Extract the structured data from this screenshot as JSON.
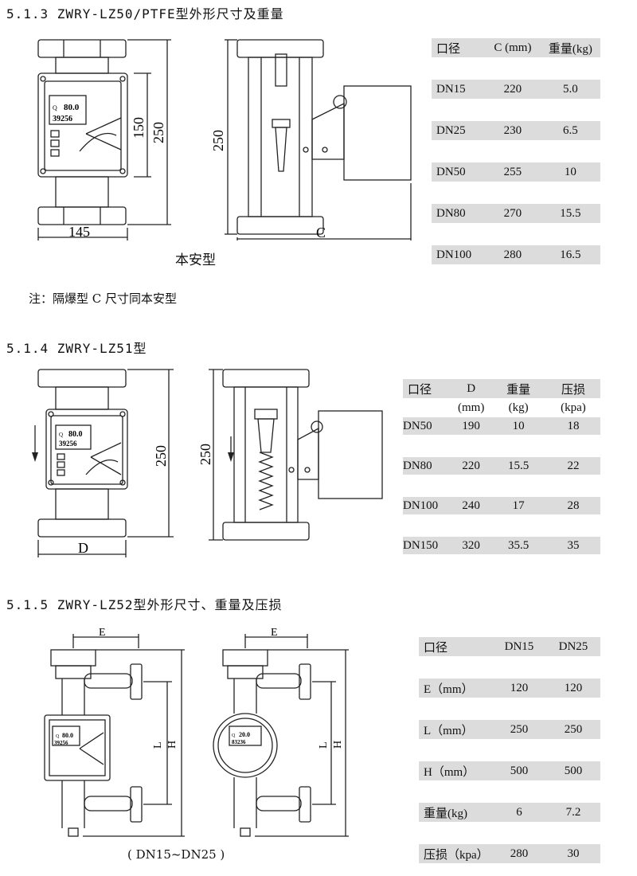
{
  "section1": {
    "heading": "5.1.3  ZWRY-LZ50/PTFE型外形尺寸及重量",
    "caption": "本安型",
    "note": "注：隔爆型 C 尺寸同本安型",
    "dims": {
      "height": "250",
      "meter_height": "150",
      "width": "145",
      "c": "C"
    },
    "display": {
      "top": "80.0",
      "bottom": "39256",
      "q": "Q"
    },
    "table": {
      "headers": [
        "口径",
        "C (mm)",
        "重量(kg)"
      ],
      "rows": [
        [
          "DN15",
          "220",
          "5.0"
        ],
        [
          "DN25",
          "230",
          "6.5"
        ],
        [
          "DN50",
          "255",
          "10"
        ],
        [
          "DN80",
          "270",
          "15.5"
        ],
        [
          "DN100",
          "280",
          "16.5"
        ]
      ]
    }
  },
  "section2": {
    "heading": "5.1.4  ZWRY-LZ51型",
    "dims": {
      "height": "250",
      "d": "D"
    },
    "display": {
      "top": "80.0",
      "bottom": "39256",
      "q": "Q"
    },
    "table": {
      "headers": [
        "口径",
        "D",
        "重量",
        "压损"
      ],
      "subheaders": [
        "",
        "(mm)",
        "(kg)",
        "(kpa)"
      ],
      "rows": [
        [
          "DN50",
          "190",
          "10",
          "18"
        ],
        [
          "DN80",
          "220",
          "15.5",
          "22"
        ],
        [
          "DN100",
          "240",
          "17",
          "28"
        ],
        [
          "DN150",
          "320",
          "35.5",
          "35"
        ]
      ]
    }
  },
  "section3": {
    "heading": "5.1.5  ZWRY-LZ52型外形尺寸、重量及压损",
    "caption": "( DN15~DN25 )",
    "dims": {
      "e": "E",
      "l": "L",
      "h": "H"
    },
    "display_left": {
      "top": "80.0",
      "bottom": "39256",
      "q": "Q"
    },
    "display_right": {
      "top": "20.0",
      "bottom": "83236",
      "q": "Q"
    },
    "table": {
      "headers": [
        "口径",
        "DN15",
        "DN25"
      ],
      "rows": [
        [
          "E（mm）",
          "120",
          "120"
        ],
        [
          "L（mm）",
          "250",
          "250"
        ],
        [
          "H（mm）",
          "500",
          "500"
        ],
        [
          "重量(kg)",
          "6",
          "7.2"
        ],
        [
          "压损（kpa）",
          "280",
          "30"
        ]
      ]
    }
  }
}
